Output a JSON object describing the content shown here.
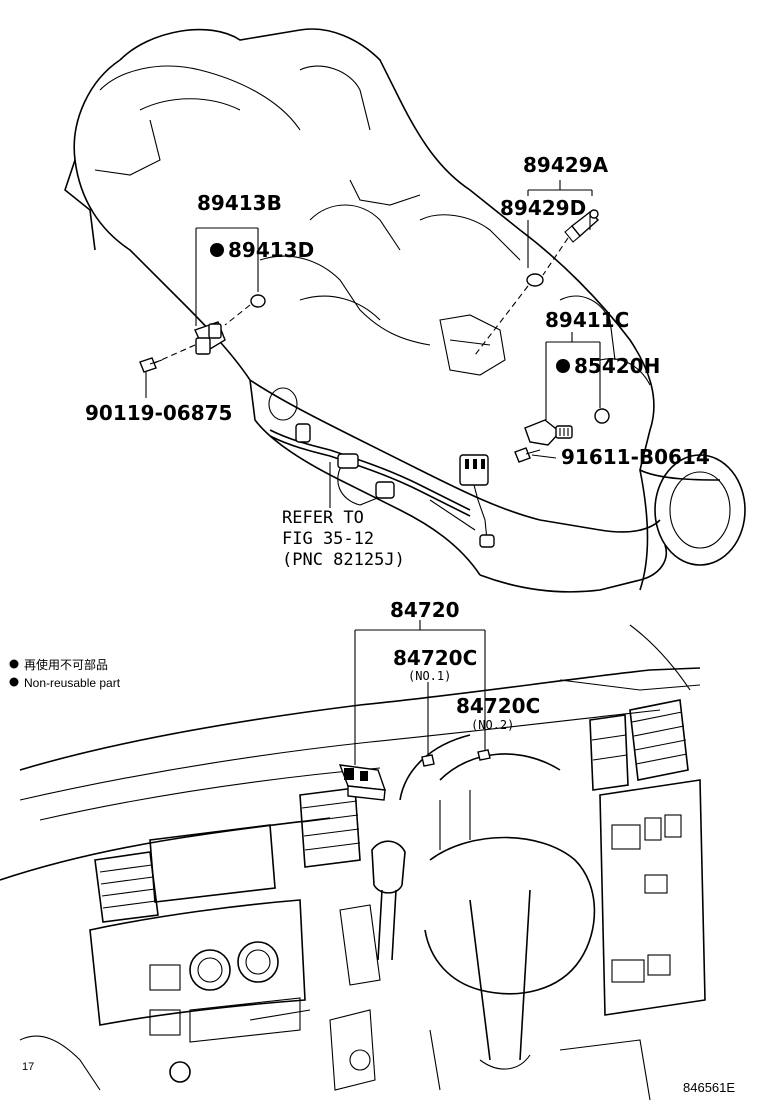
{
  "parts": {
    "p89429A": "89429A",
    "p89429D": "89429D",
    "p89413B": "89413B",
    "p89413D": "89413D",
    "p89411C": "89411C",
    "p85420H": "85420H",
    "p90119": "90119-06875",
    "p91611": "91611-B0614",
    "p84720": "84720",
    "p84720C_1": "84720C",
    "p84720C_2": "84720C"
  },
  "sublabels": {
    "no1": "(NO.1)",
    "no2": "(NO.2)"
  },
  "reference": {
    "line1": "REFER TO",
    "line2": "FIG 35-12",
    "line3": "(PNC 82125J)"
  },
  "legend": {
    "japanese": "再使用不可部品",
    "english": "Non-reusable part"
  },
  "figure_id": "846561E",
  "corner_mark": "17"
}
